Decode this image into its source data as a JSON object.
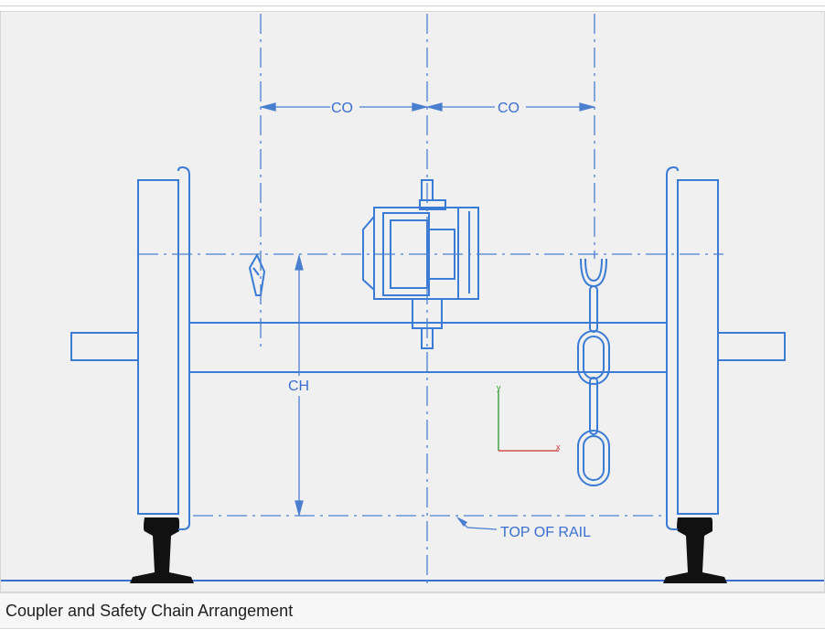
{
  "caption": "Coupler and Safety Chain Arrangement",
  "labels": {
    "co_left": "CO",
    "co_right": "CO",
    "ch": "CH",
    "top_of_rail": "TOP OF RAIL",
    "axis_y": "y",
    "axis_x": "x"
  },
  "colors": {
    "drawing_line": "#3a7bd5",
    "dimension_line": "#4a7fd0",
    "rail": "#111111",
    "ground_line": "#3a6fd1",
    "axis_x": "#d03030",
    "axis_y": "#2a9a2a",
    "background": "#f0f0f0"
  }
}
